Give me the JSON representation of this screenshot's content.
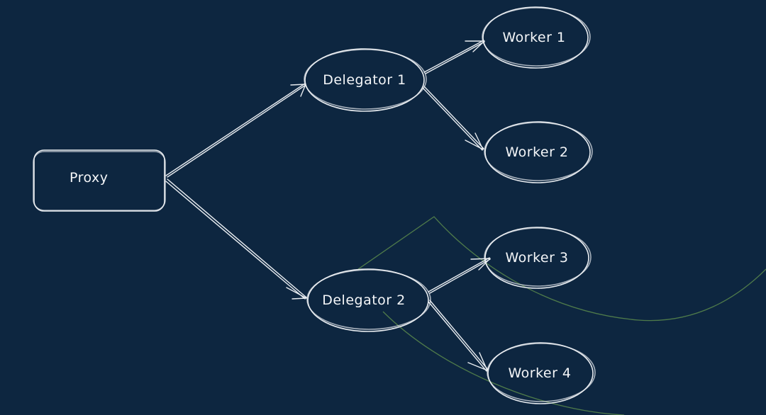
{
  "colors": {
    "background": "#0d2640",
    "stroke": "#e9edf1",
    "proxy_fill": "#0d2640",
    "delegator_fill": "#2a4a8c",
    "worker_fill": "#1a4a4a",
    "decoration": "#5b8a4c"
  },
  "nodes": {
    "proxy": {
      "label": "Proxy"
    },
    "delegator1": {
      "label": "Delegator 1"
    },
    "delegator2": {
      "label": "Delegator 2"
    },
    "worker1": {
      "label": "Worker 1"
    },
    "worker2": {
      "label": "Worker 2"
    },
    "worker3": {
      "label": "Worker 3"
    },
    "worker4": {
      "label": "Worker 4"
    }
  },
  "edges": [
    {
      "from": "proxy",
      "to": "delegator1"
    },
    {
      "from": "proxy",
      "to": "delegator2"
    },
    {
      "from": "delegator1",
      "to": "worker1"
    },
    {
      "from": "delegator1",
      "to": "worker2"
    },
    {
      "from": "delegator2",
      "to": "worker3"
    },
    {
      "from": "delegator2",
      "to": "worker4"
    }
  ]
}
